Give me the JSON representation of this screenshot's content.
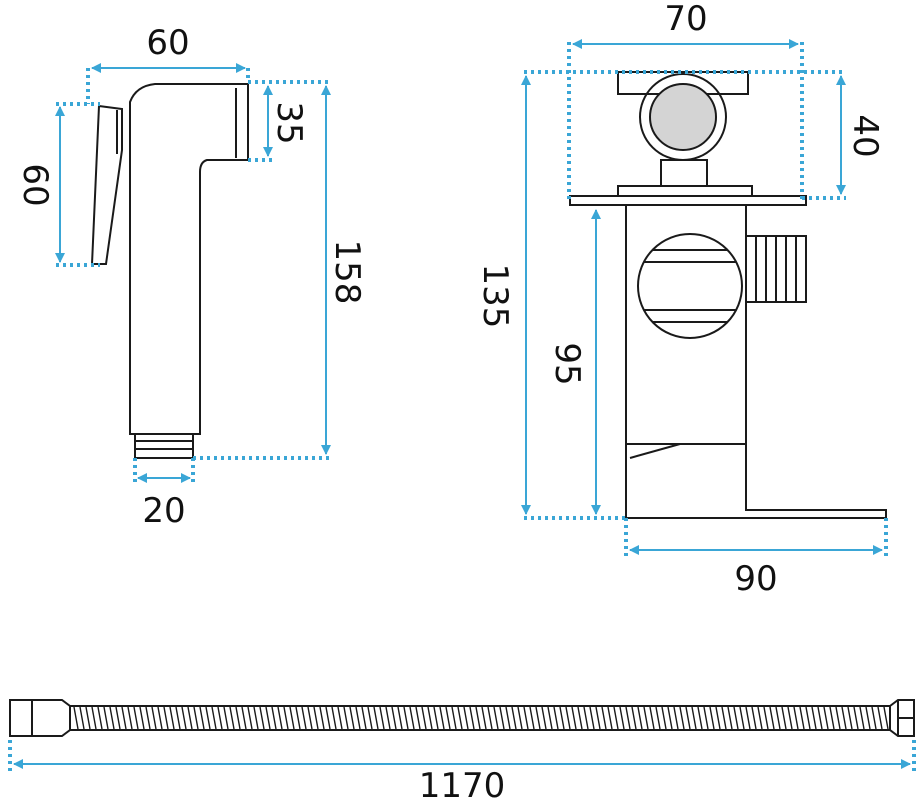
{
  "colors": {
    "dimension": "#3aa6d6",
    "outline": "#1a1a1a",
    "fill_grey": "#d4d4d4"
  },
  "labels": {
    "spray_width": "60",
    "spray_head_height": "35",
    "spray_lever_height": "60",
    "spray_total_height": "158",
    "spray_thread": "20",
    "valve_width": "70",
    "valve_top_height": "40",
    "valve_total_height": "135",
    "valve_body_height": "95",
    "valve_depth": "90",
    "hose_length": "1170"
  }
}
